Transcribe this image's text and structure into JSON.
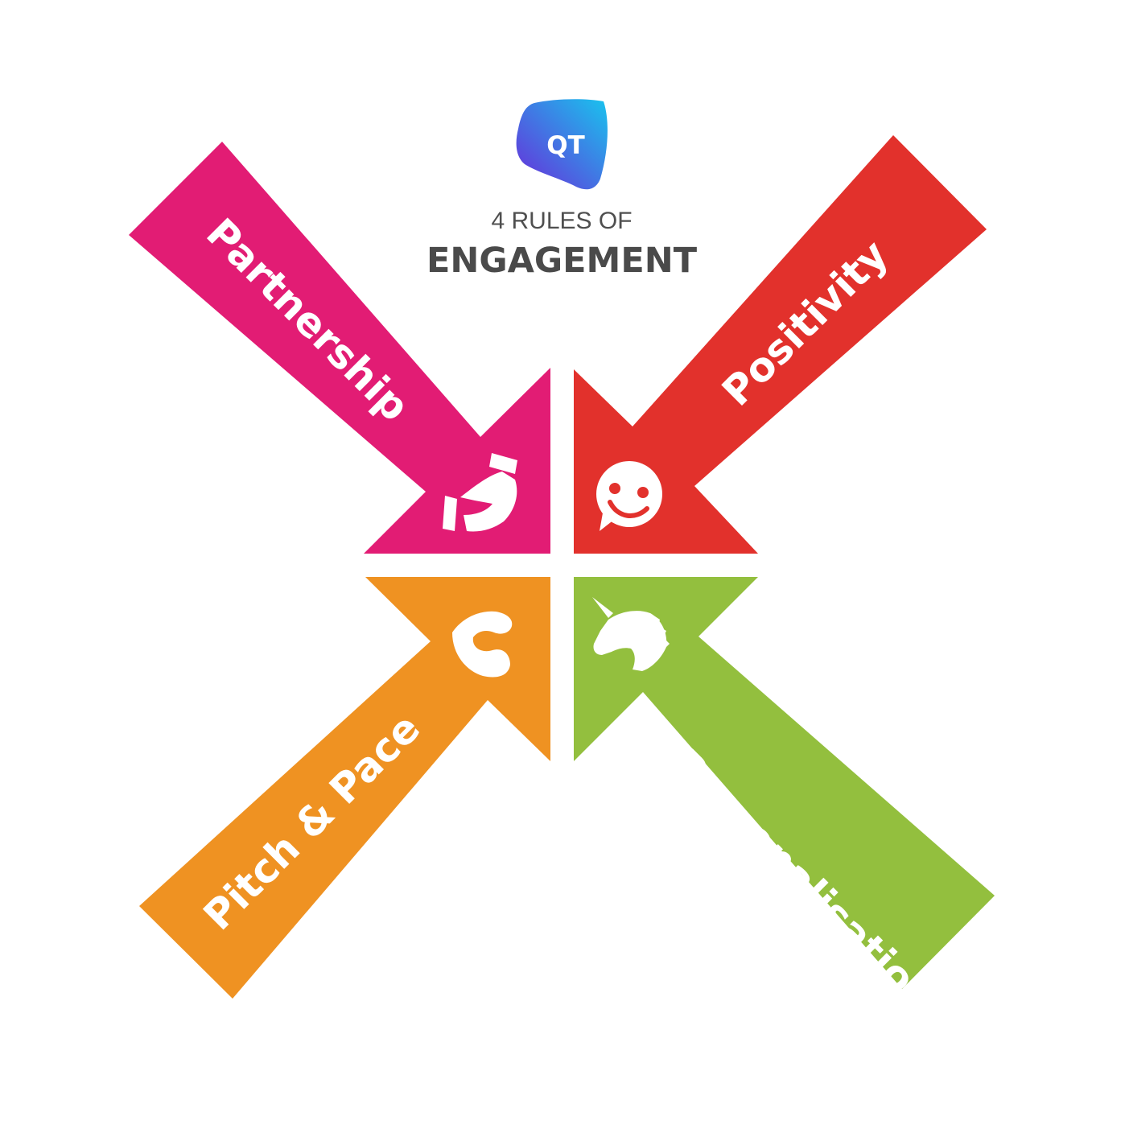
{
  "logo": {
    "text": "QT"
  },
  "title": {
    "line1": "4 RULES OF",
    "line2": "ENGAGEMENT"
  },
  "rules": [
    {
      "label": "Partnership",
      "color": "#e21c74",
      "icon": "handshake-icon"
    },
    {
      "label": "Positivity",
      "color": "#e2312c",
      "icon": "smiley-speech-bubble-icon"
    },
    {
      "label": "Pitch & Pace",
      "color": "#ef9222",
      "icon": "flexed-bicep-icon"
    },
    {
      "label": "Personalisation",
      "color": "#93bf3e",
      "icon": "unicorn-icon"
    }
  ],
  "colors": {
    "logo_gradient_start": "#6a2bd9",
    "logo_gradient_end": "#19c3ee",
    "background": "#ffffff"
  }
}
